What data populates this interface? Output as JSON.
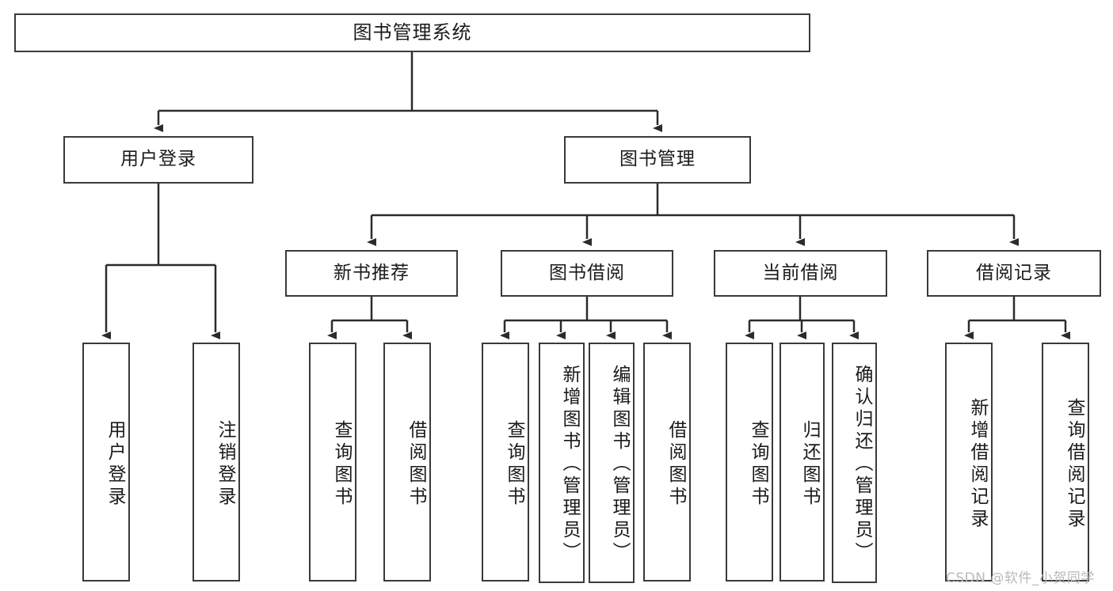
{
  "diagram": {
    "title": "图书管理系统",
    "type": "tree",
    "stroke_color": "#3a3a3a",
    "fill_color": "#ffffff",
    "text_color": "#1a1a1a",
    "nodes": {
      "root": {
        "label": "图书管理系统"
      },
      "level2": [
        {
          "id": "user-login",
          "label": "用户登录"
        },
        {
          "id": "book-manage",
          "label": "图书管理"
        }
      ],
      "level3": [
        {
          "id": "new-book-rec",
          "label": "新书推荐"
        },
        {
          "id": "book-borrow",
          "label": "图书借阅"
        },
        {
          "id": "current-borrow",
          "label": "当前借阅"
        },
        {
          "id": "borrow-record",
          "label": "借阅记录"
        }
      ],
      "leaves": [
        {
          "id": "leaf-user-login",
          "label": "用户登录",
          "parent": "user-login"
        },
        {
          "id": "leaf-user-logout",
          "label": "注销登录",
          "parent": "user-login"
        },
        {
          "id": "leaf-query-book-1",
          "label": "查询图书",
          "parent": "new-book-rec"
        },
        {
          "id": "leaf-borrow-book-1",
          "label": "借阅图书",
          "parent": "new-book-rec"
        },
        {
          "id": "leaf-query-book-2",
          "label": "查询图书",
          "parent": "book-borrow"
        },
        {
          "id": "leaf-add-book",
          "label": "新增图书（管理员）",
          "parent": "book-borrow"
        },
        {
          "id": "leaf-edit-book",
          "label": "编辑图书（管理员）",
          "parent": "book-borrow"
        },
        {
          "id": "leaf-borrow-book-2",
          "label": "借阅图书",
          "parent": "book-borrow"
        },
        {
          "id": "leaf-query-book-3",
          "label": "查询图书",
          "parent": "current-borrow"
        },
        {
          "id": "leaf-return-book",
          "label": "归还图书",
          "parent": "current-borrow"
        },
        {
          "id": "leaf-confirm-return",
          "label": "确认归还（管理员）",
          "parent": "current-borrow"
        },
        {
          "id": "leaf-add-record",
          "label": "新增借阅记录",
          "parent": "borrow-record"
        },
        {
          "id": "leaf-query-record",
          "label": "查询借阅记录",
          "parent": "borrow-record"
        }
      ]
    }
  },
  "watermark": {
    "text": "CSDN @软件_小贺同学",
    "color": "#b9b9b9"
  }
}
